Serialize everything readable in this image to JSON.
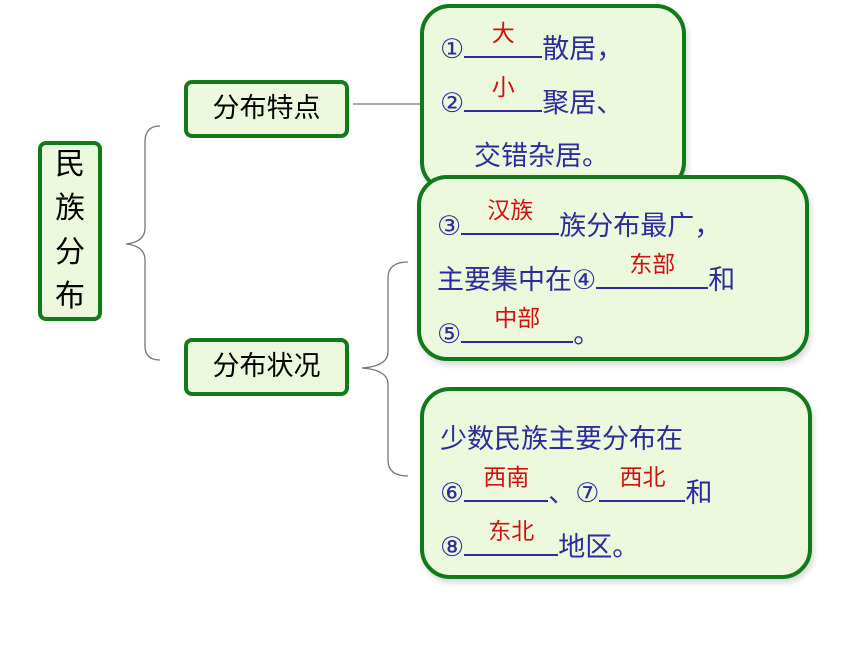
{
  "root": {
    "chars": [
      "民",
      "族",
      "分",
      "布"
    ]
  },
  "categories": {
    "features": "分布特点",
    "status": "分布状况"
  },
  "panel1": {
    "line1": {
      "num": "①",
      "answer": "大",
      "after": "散居，"
    },
    "line2": {
      "num": "②",
      "answer": "小",
      "after": "聚居、"
    },
    "line3": "交错杂居。"
  },
  "panel2": {
    "line1": {
      "num": "③",
      "answer": "汉族",
      "after": "族分布最广，"
    },
    "line2": {
      "before": "主要集中在④",
      "answer": "东部",
      "after": "和"
    },
    "line3": {
      "num": "⑤",
      "answer": "中部",
      "after": "。"
    }
  },
  "panel3": {
    "line1": "少数民族主要分布在",
    "line2": {
      "num6": "⑥",
      "answer6": "西南",
      "sep": "、⑦",
      "answer7": "西北",
      "after": "和"
    },
    "line3": {
      "num": "⑧",
      "answer": "东北",
      "after": "地区。"
    }
  },
  "colors": {
    "border": "#117a1a",
    "fill": "#edf9dc",
    "text": "#2c2c9c",
    "answer": "#d21010"
  }
}
